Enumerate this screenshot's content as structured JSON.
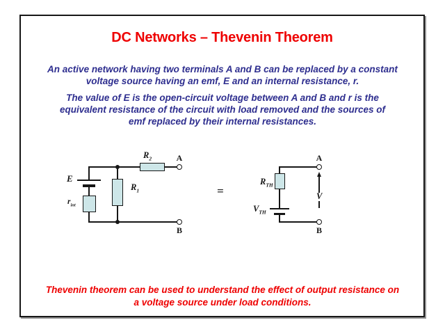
{
  "slide": {
    "title": "DC Networks – Thevenin Theorem",
    "colors": {
      "title_red": "#ee0000",
      "body_blue": "#2e2e8f",
      "footer_red": "#ee0000",
      "resistor_fill": "#cde6e8",
      "line_black": "#161616"
    },
    "intro": {
      "lines": [
        "An active network having two terminals A and B can be replaced by a constant",
        "voltage source having an emf, E and an internal resistance, r."
      ]
    },
    "value_paragraph": {
      "lines": [
        "The value of E is the open-circuit voltage between A and B and r is the",
        "equivalent resistance of the circuit with load removed and the sources of",
        "emf replaced by their internal resistances."
      ]
    },
    "footer": {
      "lines": [
        "Thevenin theorem can be used to understand the effect of output resistance on",
        "a voltage source under load conditions."
      ]
    }
  },
  "circuits": {
    "equals_sign": "=",
    "left": {
      "labels": {
        "emf": "E",
        "r_internal": {
          "main": "r",
          "sub": "int"
        },
        "r1": {
          "main": "R",
          "sub": "1"
        },
        "r2": {
          "main": "R",
          "sub": "2"
        },
        "terminal_a": "A",
        "terminal_b": "B"
      }
    },
    "right": {
      "labels": {
        "r_th": {
          "main": "R",
          "sub": "TH"
        },
        "v_th": {
          "main": "V",
          "sub": "TH"
        },
        "v_across": "V",
        "terminal_a": "A",
        "terminal_b": "B"
      }
    }
  }
}
